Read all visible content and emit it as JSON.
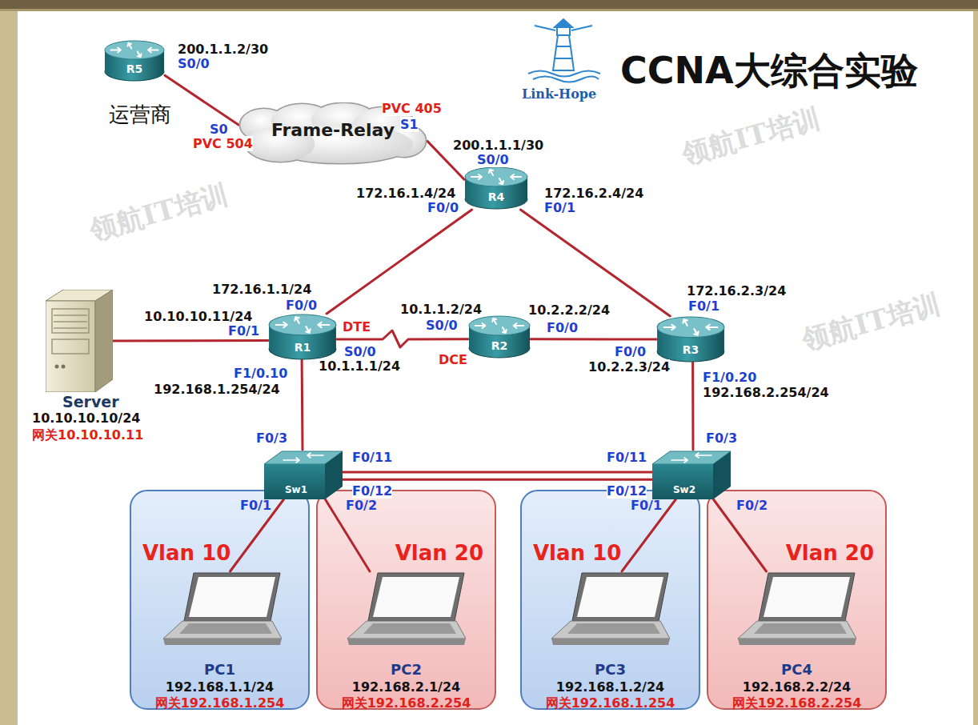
{
  "diagram": {
    "title": "CCNA大综合实验",
    "nodes": [
      {
        "text": [
          "R5",
          "运营商"
        ]
      },
      {
        "text": [
          "Frame-Relay"
        ]
      },
      {
        "text": [
          "R4"
        ]
      },
      {
        "text": [
          "Server",
          "10.10.10.10/24",
          "网关10.10.10.11"
        ]
      },
      {
        "text": [
          "R1"
        ]
      },
      {
        "text": [
          "R2"
        ]
      },
      {
        "text": [
          "R3"
        ]
      },
      {
        "text": [
          "Sw1"
        ]
      },
      {
        "text": [
          "Sw2"
        ]
      },
      {
        "text": [
          "Vlan 10"
        ]
      },
      {
        "text": [
          "PC1",
          "192.168.1.1/24",
          "网关192.168.1.254"
        ],
        "in": 9
      },
      {
        "text": [
          "Vlan 20"
        ]
      },
      {
        "text": [
          "PC2",
          "192.168.2.1/24",
          "网关192.168.2.254"
        ],
        "in": 11
      },
      {
        "text": [
          "Vlan 10"
        ]
      },
      {
        "text": [
          "PC3",
          "192.168.1.2/24",
          "网关192.168.1.254"
        ],
        "in": 13
      },
      {
        "text": [
          "Vlan 20"
        ]
      },
      {
        "text": [
          "PC4",
          "192.168.2.2/24",
          "网关192.168.2.254"
        ],
        "in": 15
      }
    ],
    "edges": [
      {
        "from": 0,
        "to": 1,
        "arrow": "none"
      },
      {
        "from": 1,
        "to": 2,
        "arrow": "none"
      },
      {
        "from": 2,
        "to": 4,
        "arrow": "none"
      },
      {
        "from": 2,
        "to": 6,
        "arrow": "none"
      },
      {
        "from": 4,
        "to": 3,
        "arrow": "none"
      },
      {
        "from": 4,
        "to": 5,
        "arrow": "none"
      },
      {
        "from": 5,
        "to": 6,
        "arrow": "none"
      },
      {
        "from": 4,
        "to": 7,
        "arrow": "none"
      },
      {
        "from": 6,
        "to": 8,
        "arrow": "none"
      },
      {
        "from": 7,
        "to": 8,
        "arrow": "none"
      },
      {
        "from": 7,
        "to": 8,
        "arrow": "none"
      },
      {
        "from": 7,
        "to": 10,
        "arrow": "none"
      },
      {
        "from": 7,
        "to": 12,
        "arrow": "none"
      },
      {
        "from": 8,
        "to": 14,
        "arrow": "none"
      },
      {
        "from": 8,
        "to": 16,
        "arrow": "none"
      }
    ],
    "labels": [
      "Link-Hope",
      "领航IT培训",
      "领航IT培训",
      "领航IT培训",
      "200.1.1.2/30",
      "S0/0",
      "S0",
      "PVC 504",
      "PVC 405",
      "S1",
      "200.1.1.1/30",
      "S0/0",
      "172.16.1.4/24",
      "F0/0",
      "172.16.2.4/24",
      "F0/1",
      "172.16.1.1/24",
      "F0/0",
      "10.10.10.11/24",
      "F0/1",
      "DTE",
      "S0/0",
      "10.1.1.1/24",
      "10.1.1.2/24",
      "S0/0",
      "DCE",
      "10.2.2.2/24",
      "F0/0",
      "F0/0",
      "10.2.2.3/24",
      "172.16.2.3/24",
      "F0/1",
      "F1/0.10",
      "192.168.1.254/24",
      "F1/0.20",
      "192.168.2.254/24",
      "F0/3",
      "F0/3",
      "F0/11",
      "F0/12",
      "F0/11",
      "F0/12",
      "F0/1",
      "F0/2",
      "F0/1",
      "F0/2"
    ]
  }
}
